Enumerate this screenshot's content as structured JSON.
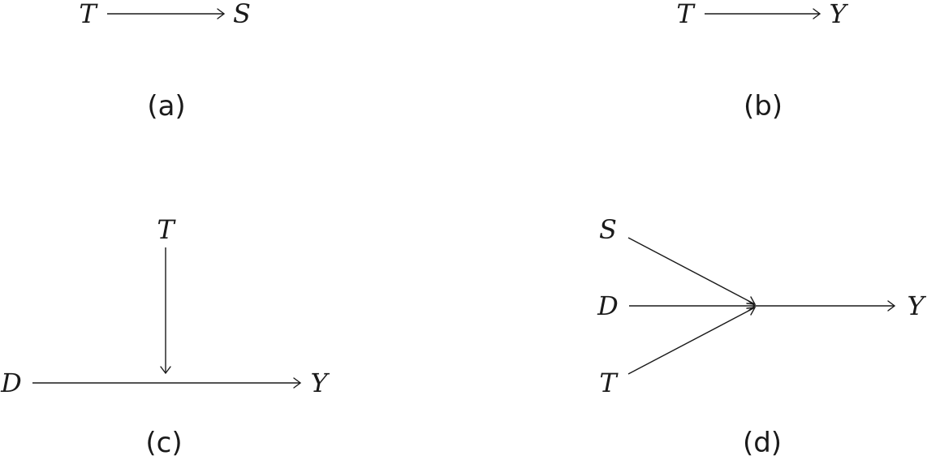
{
  "panels": {
    "a": {
      "caption": "(a)",
      "nodes": {
        "t": "T",
        "s": "S"
      },
      "edges": [
        {
          "from": "T",
          "to": "S"
        }
      ]
    },
    "b": {
      "caption": "(b)",
      "nodes": {
        "t": "T",
        "y": "Y"
      },
      "edges": [
        {
          "from": "T",
          "to": "Y"
        }
      ]
    },
    "c": {
      "caption": "(c)",
      "nodes": {
        "t": "T",
        "d": "D",
        "y": "Y"
      },
      "edges": [
        {
          "from": "D",
          "to": "Y"
        },
        {
          "from": "T",
          "to": "D→Y"
        }
      ]
    },
    "d": {
      "caption": "(d)",
      "nodes": {
        "s": "S",
        "d": "D",
        "t": "T",
        "y": "Y"
      },
      "edges": [
        {
          "from": "S",
          "to": "Y"
        },
        {
          "from": "D",
          "to": "Y"
        },
        {
          "from": "T",
          "to": "Y"
        }
      ]
    }
  }
}
